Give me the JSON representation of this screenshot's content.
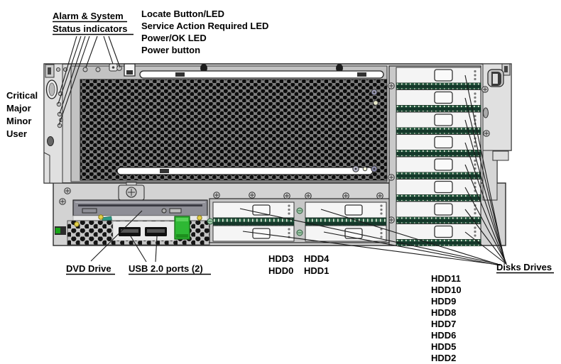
{
  "figure": {
    "description": "Server front panel callout diagram",
    "callouts": {
      "alarm_title_line1": "Alarm & System",
      "alarm_title_line2": "Status indicators",
      "top_list": [
        "Locate Button/LED",
        "Service Action Required LED",
        "Power/OK LED",
        "Power button"
      ],
      "alarm_levels": [
        "Critical",
        "Major",
        "Minor",
        "User"
      ],
      "dvd_drive": "DVD Drive",
      "usb_ports": "USB 2.0 ports (2)",
      "hdd_grid": [
        [
          "HDD3",
          "HDD4"
        ],
        [
          "HDD0",
          "HDD1"
        ]
      ],
      "disks_drives": "Disks Drives",
      "hdd_list": [
        "HDD11",
        "HDD10",
        "HDD9",
        "HDD8",
        "HDD7",
        "HDD6",
        "HDD5",
        "HDD2"
      ]
    },
    "colors": {
      "chassis": "#d8d8d8",
      "grille_bg": "#7d7d7d",
      "grille_hole": "#0c0c0c",
      "drive_tray": "#f4f4f4",
      "led_strip_green": "#15382a",
      "power_button_green": "#2eb834",
      "usb_port_black": "#111111",
      "screw_yellow": "#e2cf4a",
      "status_led_yellow": "#e6e6c8",
      "status_led_purple": "#9a9ab5"
    }
  }
}
